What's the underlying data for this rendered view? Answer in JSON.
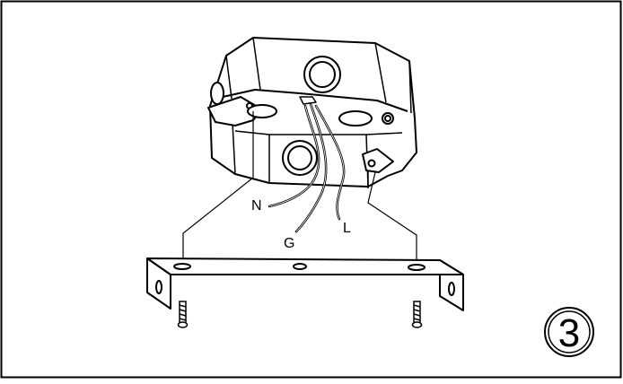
{
  "labels": {
    "neutral": "N",
    "ground": "G",
    "line": "L",
    "step_number": "3"
  }
}
